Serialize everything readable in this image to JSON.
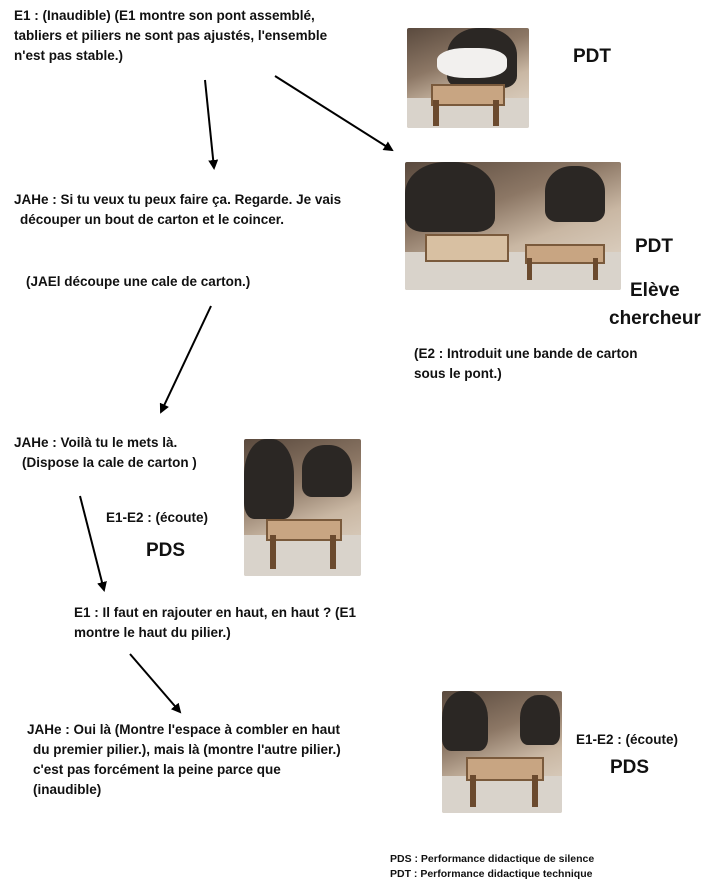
{
  "steps": [
    {
      "lines": [
        "E1 : (Inaudible) (E1 montre son pont assemblé,",
        "tabliers et piliers ne sont pas ajustés, l'ensemble",
        "n'est pas stable.)"
      ]
    },
    {
      "lines": [
        "JAHe : Si tu veux tu peux faire ça. Regarde. Je vais",
        "découper un bout de carton et le coincer."
      ]
    },
    {
      "lines": [
        "(JAEl découpe une cale  de carton.)"
      ]
    },
    {
      "lines": [
        "(E2 : Introduit une bande de carton",
        "sous le pont.)"
      ]
    },
    {
      "lines": [
        "JAHe : Voilà tu le mets là.",
        "(Dispose la  cale de carton )"
      ]
    },
    {
      "lines": [
        "E1-E2 : (écoute)"
      ]
    },
    {
      "lines": [
        "E1 : Il faut en rajouter en haut, en haut ? (E1",
        "montre le haut du  pilier.)"
      ]
    },
    {
      "lines": [
        "JAHe : Oui là (Montre l'espace à combler en haut",
        "du premier pilier.), mais là (montre l'autre pilier.)",
        "c'est pas forcément la peine parce que",
        "(inaudible)"
      ]
    },
    {
      "lines": [
        "E1-E2 : (écoute)"
      ]
    }
  ],
  "labels": {
    "pdt1": "PDT",
    "pdt2": "PDT",
    "eleve": "Elève",
    "chercheur": "chercheur",
    "pds1": "PDS",
    "pds2": "PDS"
  },
  "legend": {
    "pds": "PDS : Performance didactique de silence",
    "pdt": "PDT : Performance didactique technique"
  }
}
